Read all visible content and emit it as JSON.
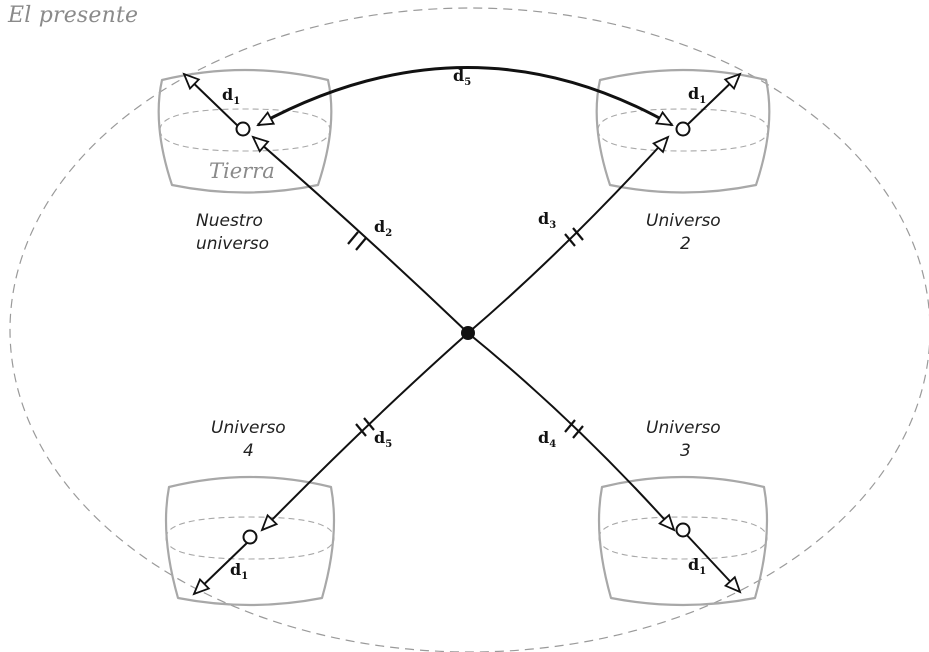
{
  "title": "El presente",
  "earth_label": "Tierra",
  "universes": {
    "ours": [
      "Nuestro",
      "universo"
    ],
    "u2": [
      "Universo",
      "2"
    ],
    "u3": [
      "Universo",
      "3"
    ],
    "u4": [
      "Universo",
      "4"
    ]
  },
  "distance_labels": {
    "d1": {
      "letter": "d",
      "sub": "1"
    },
    "d2": {
      "letter": "d",
      "sub": "2"
    },
    "d3": {
      "letter": "d",
      "sub": "3"
    },
    "d4": {
      "letter": "d",
      "sub": "4"
    },
    "d5": {
      "letter": "d",
      "sub": "5"
    }
  },
  "colors": {
    "ink": "#111111",
    "universe_outline": "#a8a8a8",
    "dashed_boundary": "#9a9a9a",
    "title": "#8a8a8a"
  }
}
